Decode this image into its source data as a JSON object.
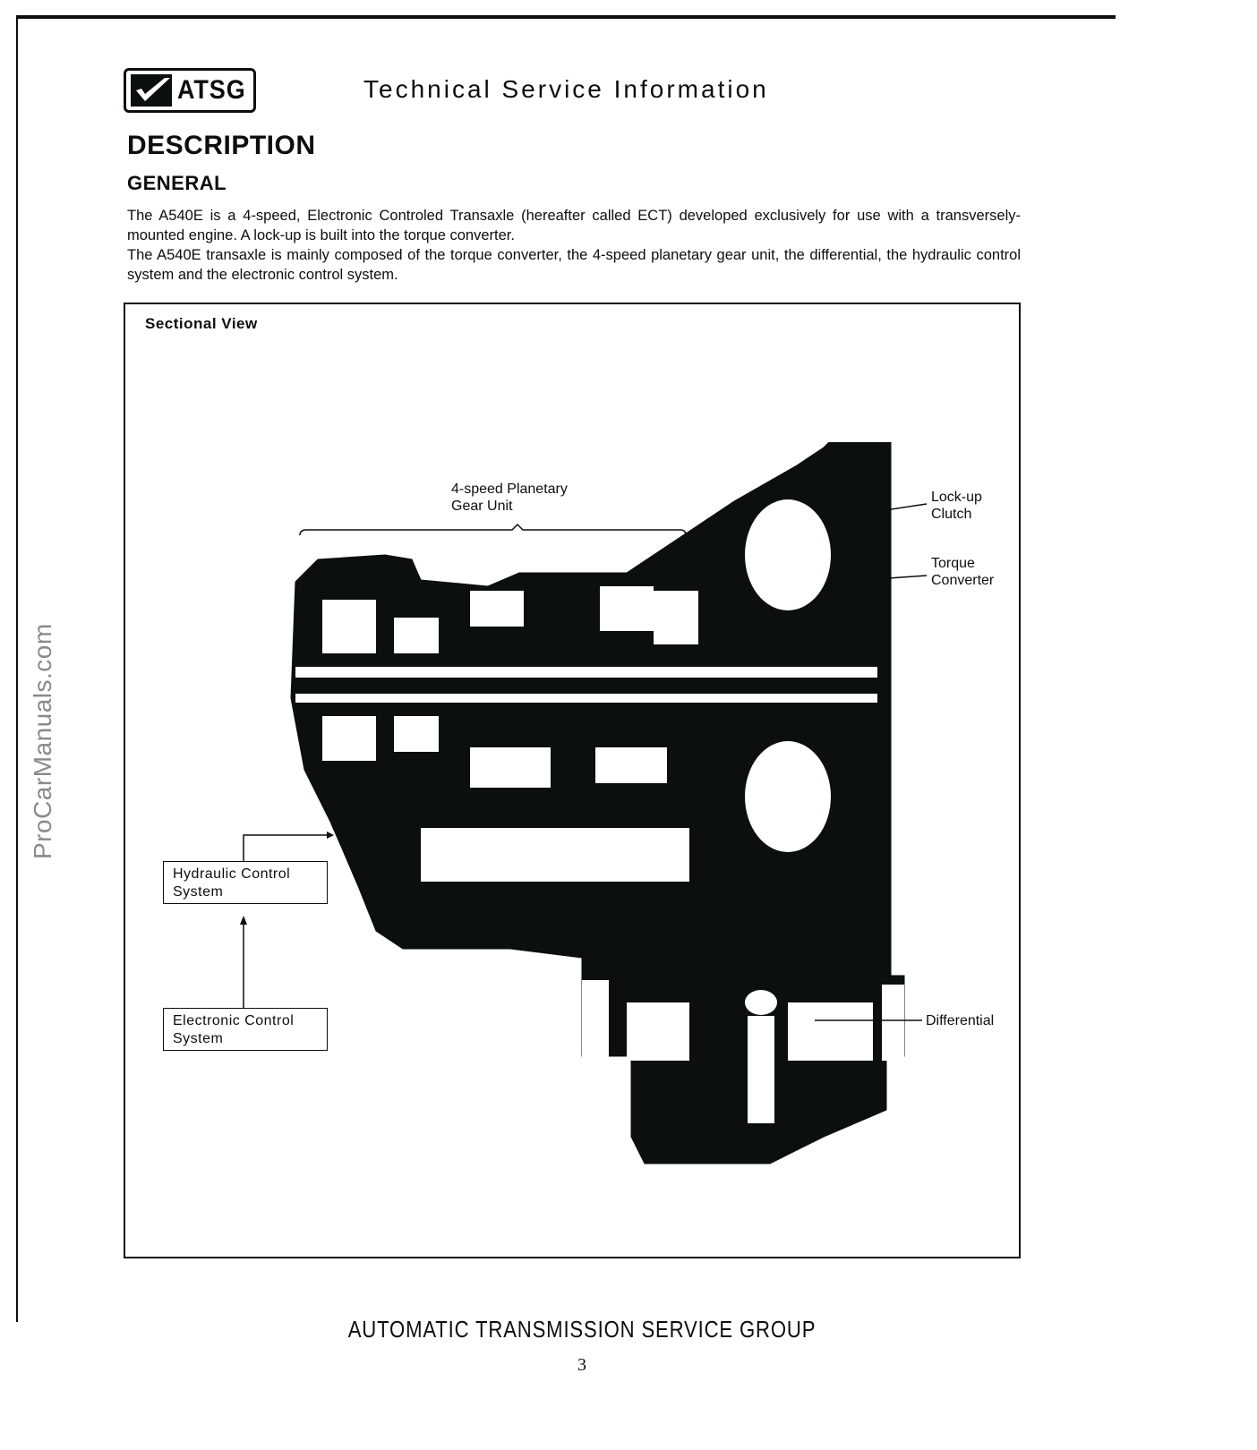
{
  "page": {
    "watermark": "ProCarManuals.com",
    "logo_text": "ATSG",
    "header_title": "Technical Service Information",
    "section_title": "DESCRIPTION",
    "subsection_title": "GENERAL",
    "paragraphs": [
      "The A540E is a 4-speed, Electronic Controled Transaxle (hereafter called ECT) developed exclusively for use with a transversely-mounted engine. A lock-up is built into the torque converter.",
      "The A540E transaxle is mainly composed of the torque converter, the 4-speed planetary gear unit, the differential, the hydraulic control system and the electronic control system."
    ],
    "footer": "AUTOMATIC TRANSMISSION SERVICE GROUP",
    "page_number": "3"
  },
  "figure": {
    "title": "Sectional View",
    "callouts": {
      "planetary_line1": "4-speed Planetary",
      "planetary_line2": "Gear Unit",
      "lockup_line1": "Lock-up",
      "lockup_line2": "Clutch",
      "torque_line1": "Torque",
      "torque_line2": "Converter",
      "differential": "Differential"
    },
    "boxes": {
      "hydraulic_line1": "Hydraulic Control",
      "hydraulic_line2": "System",
      "electronic_line1": "Electronic Control",
      "electronic_line2": "System"
    }
  },
  "colors": {
    "ink": "#0b0f0e",
    "paper": "#ffffff",
    "watermark": "#8a8a8a"
  }
}
